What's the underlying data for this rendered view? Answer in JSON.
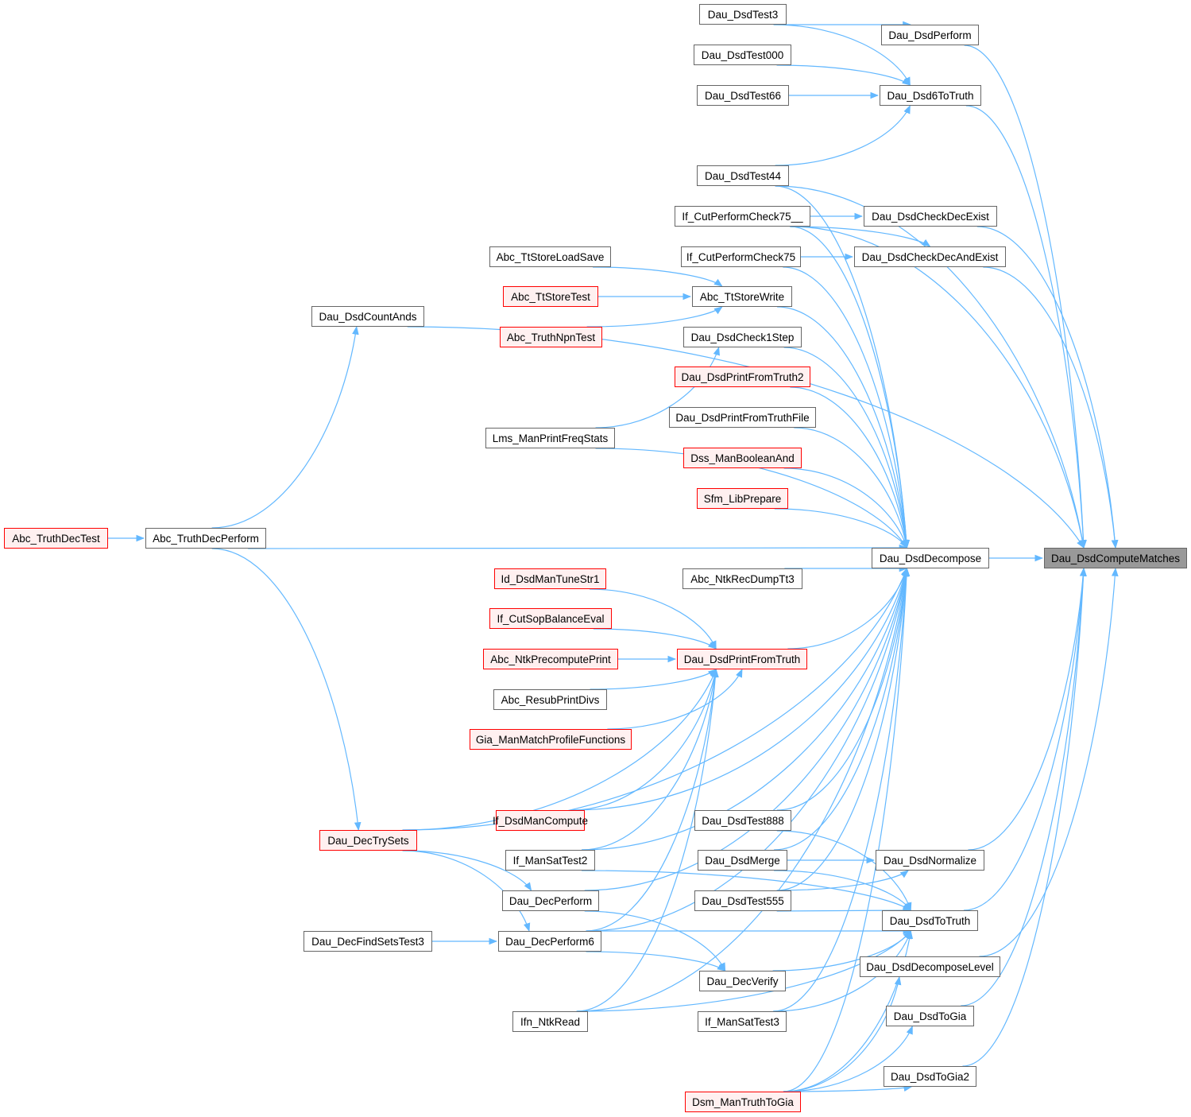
{
  "diagram": {
    "type": "call-graph",
    "colors": {
      "edge": "#63b8ff",
      "node_border": "#666666",
      "truncated_border": "#ff0000",
      "truncated_fill": "#fff0f0",
      "root_fill": "#999999"
    },
    "root": "Dau_DsdComputeMatches",
    "nodes": [
      {
        "id": "root",
        "label": "Dau_DsdComputeMatches",
        "style": "root"
      },
      {
        "id": "perform",
        "label": "Dau_DsdPerform",
        "style": "normal"
      },
      {
        "id": "d6tt",
        "label": "Dau_Dsd6ToTruth",
        "style": "normal"
      },
      {
        "id": "cde",
        "label": "Dau_DsdCheckDecExist",
        "style": "normal"
      },
      {
        "id": "cdae",
        "label": "Dau_DsdCheckDecAndExist",
        "style": "normal"
      },
      {
        "id": "decomp",
        "label": "Dau_DsdDecompose",
        "style": "normal"
      },
      {
        "id": "norm",
        "label": "Dau_DsdNormalize",
        "style": "normal"
      },
      {
        "id": "totruth",
        "label": "Dau_DsdToTruth",
        "style": "normal"
      },
      {
        "id": "declevel",
        "label": "Dau_DsdDecomposeLevel",
        "style": "normal"
      },
      {
        "id": "togia",
        "label": "Dau_DsdToGia",
        "style": "normal"
      },
      {
        "id": "togia2",
        "label": "Dau_DsdToGia2",
        "style": "normal"
      },
      {
        "id": "t3",
        "label": "Dau_DsdTest3",
        "style": "normal"
      },
      {
        "id": "t000",
        "label": "Dau_DsdTest000",
        "style": "normal"
      },
      {
        "id": "t66",
        "label": "Dau_DsdTest66",
        "style": "normal"
      },
      {
        "id": "t44",
        "label": "Dau_DsdTest44",
        "style": "normal"
      },
      {
        "id": "ifcpc75u",
        "label": "If_CutPerformCheck75__",
        "style": "normal"
      },
      {
        "id": "ifcpc75",
        "label": "If_CutPerformCheck75",
        "style": "normal"
      },
      {
        "id": "ttwrite",
        "label": "Abc_TtStoreWrite",
        "style": "normal"
      },
      {
        "id": "check1",
        "label": "Dau_DsdCheck1Step",
        "style": "normal"
      },
      {
        "id": "pft2",
        "label": "Dau_DsdPrintFromTruth2",
        "style": "red"
      },
      {
        "id": "pftf",
        "label": "Dau_DsdPrintFromTruthFile",
        "style": "normal"
      },
      {
        "id": "dssand",
        "label": "Dss_ManBooleanAnd",
        "style": "red"
      },
      {
        "id": "sfm",
        "label": "Sfm_LibPrepare",
        "style": "red"
      },
      {
        "id": "recdump",
        "label": "Abc_NtkRecDumpTt3",
        "style": "normal"
      },
      {
        "id": "pft",
        "label": "Dau_DsdPrintFromTruth",
        "style": "red"
      },
      {
        "id": "t888",
        "label": "Dau_DsdTest888",
        "style": "normal"
      },
      {
        "id": "merge",
        "label": "Dau_DsdMerge",
        "style": "normal"
      },
      {
        "id": "t555",
        "label": "Dau_DsdTest555",
        "style": "normal"
      },
      {
        "id": "verify",
        "label": "Dau_DecVerify",
        "style": "normal"
      },
      {
        "id": "sat3",
        "label": "If_ManSatTest3",
        "style": "normal"
      },
      {
        "id": "dsm",
        "label": "Dsm_ManTruthToGia",
        "style": "red"
      },
      {
        "id": "countands",
        "label": "Dau_DsdCountAnds",
        "style": "normal"
      },
      {
        "id": "ttloadsave",
        "label": "Abc_TtStoreLoadSave",
        "style": "normal"
      },
      {
        "id": "tttest",
        "label": "Abc_TtStoreTest",
        "style": "red"
      },
      {
        "id": "npntest",
        "label": "Abc_TruthNpnTest",
        "style": "red"
      },
      {
        "id": "lms",
        "label": "Lms_ManPrintFreqStats",
        "style": "normal"
      },
      {
        "id": "tunestr",
        "label": "Id_DsdManTuneStr1",
        "style": "red"
      },
      {
        "id": "sopbal",
        "label": "If_CutSopBalanceEval",
        "style": "red"
      },
      {
        "id": "precomp",
        "label": "Abc_NtkPrecomputePrint",
        "style": "red"
      },
      {
        "id": "resub",
        "label": "Abc_ResubPrintDivs",
        "style": "normal"
      },
      {
        "id": "giamatch",
        "label": "Gia_ManMatchProfileFunctions",
        "style": "red"
      },
      {
        "id": "ifdsm",
        "label": "If_DsdManCompute",
        "style": "red"
      },
      {
        "id": "sat2",
        "label": "If_ManSatTest2",
        "style": "normal"
      },
      {
        "id": "decperf",
        "label": "Dau_DecPerform",
        "style": "normal"
      },
      {
        "id": "decperf6",
        "label": "Dau_DecPerform6",
        "style": "normal"
      },
      {
        "id": "ifnread",
        "label": "Ifn_NtkRead",
        "style": "normal"
      },
      {
        "id": "truthdecperf",
        "label": "Abc_TruthDecPerform",
        "style": "normal"
      },
      {
        "id": "trysets",
        "label": "Dau_DecTrySets",
        "style": "red"
      },
      {
        "id": "findsets",
        "label": "Dau_DecFindSetsTest3",
        "style": "normal"
      },
      {
        "id": "truthdectest",
        "label": "Abc_TruthDecTest",
        "style": "red"
      }
    ],
    "edges": [
      [
        "perform",
        "root"
      ],
      [
        "d6tt",
        "root"
      ],
      [
        "cde",
        "root"
      ],
      [
        "cdae",
        "root"
      ],
      [
        "decomp",
        "root"
      ],
      [
        "norm",
        "root"
      ],
      [
        "totruth",
        "root"
      ],
      [
        "declevel",
        "root"
      ],
      [
        "togia",
        "root"
      ],
      [
        "togia2",
        "root"
      ],
      [
        "countands",
        "root"
      ],
      [
        "t44",
        "root"
      ],
      [
        "ifcpc75u",
        "root"
      ],
      [
        "t3",
        "perform"
      ],
      [
        "t3",
        "d6tt"
      ],
      [
        "t000",
        "d6tt"
      ],
      [
        "t66",
        "d6tt"
      ],
      [
        "t44",
        "d6tt"
      ],
      [
        "ifcpc75u",
        "cde"
      ],
      [
        "ifcpc75u",
        "cdae"
      ],
      [
        "ifcpc75",
        "cdae"
      ],
      [
        "ttloadsave",
        "ttwrite"
      ],
      [
        "tttest",
        "ttwrite"
      ],
      [
        "npntest",
        "ttwrite"
      ],
      [
        "lms",
        "check1"
      ],
      [
        "t44",
        "decomp"
      ],
      [
        "ifcpc75u",
        "decomp"
      ],
      [
        "ifcpc75",
        "decomp"
      ],
      [
        "ttwrite",
        "decomp"
      ],
      [
        "check1",
        "decomp"
      ],
      [
        "pft2",
        "decomp"
      ],
      [
        "pftf",
        "decomp"
      ],
      [
        "dssand",
        "decomp"
      ],
      [
        "sfm",
        "decomp"
      ],
      [
        "lms",
        "decomp"
      ],
      [
        "recdump",
        "decomp"
      ],
      [
        "truthdecperf",
        "decomp"
      ],
      [
        "pft",
        "decomp"
      ],
      [
        "trysets",
        "decomp"
      ],
      [
        "ifdsm",
        "decomp"
      ],
      [
        "sat2",
        "decomp"
      ],
      [
        "decperf",
        "decomp"
      ],
      [
        "decperf6",
        "decomp"
      ],
      [
        "t888",
        "decomp"
      ],
      [
        "merge",
        "decomp"
      ],
      [
        "t555",
        "decomp"
      ],
      [
        "ifnread",
        "decomp"
      ],
      [
        "sat3",
        "decomp"
      ],
      [
        "dsm",
        "decomp"
      ],
      [
        "tunestr",
        "pft"
      ],
      [
        "sopbal",
        "pft"
      ],
      [
        "precomp",
        "pft"
      ],
      [
        "resub",
        "pft"
      ],
      [
        "giamatch",
        "pft"
      ],
      [
        "ifdsm",
        "pft"
      ],
      [
        "trysets",
        "pft"
      ],
      [
        "ifnread",
        "pft"
      ],
      [
        "sat2",
        "pft"
      ],
      [
        "decperf6",
        "pft"
      ],
      [
        "merge",
        "norm"
      ],
      [
        "t555",
        "norm"
      ],
      [
        "t888",
        "totruth"
      ],
      [
        "merge",
        "totruth"
      ],
      [
        "t555",
        "totruth"
      ],
      [
        "sat2",
        "totruth"
      ],
      [
        "decperf6",
        "totruth"
      ],
      [
        "verify",
        "totruth"
      ],
      [
        "sat3",
        "totruth"
      ],
      [
        "ifnread",
        "totruth"
      ],
      [
        "dsm",
        "totruth"
      ],
      [
        "dsm",
        "declevel"
      ],
      [
        "dsm",
        "togia"
      ],
      [
        "dsm",
        "togia2"
      ],
      [
        "decperf",
        "verify"
      ],
      [
        "decperf6",
        "verify"
      ],
      [
        "truthdecperf",
        "countands"
      ],
      [
        "truthdectest",
        "truthdecperf"
      ],
      [
        "truthdecperf",
        "trysets"
      ],
      [
        "trysets",
        "decperf"
      ],
      [
        "trysets",
        "decperf6"
      ],
      [
        "findsets",
        "decperf6"
      ]
    ]
  }
}
